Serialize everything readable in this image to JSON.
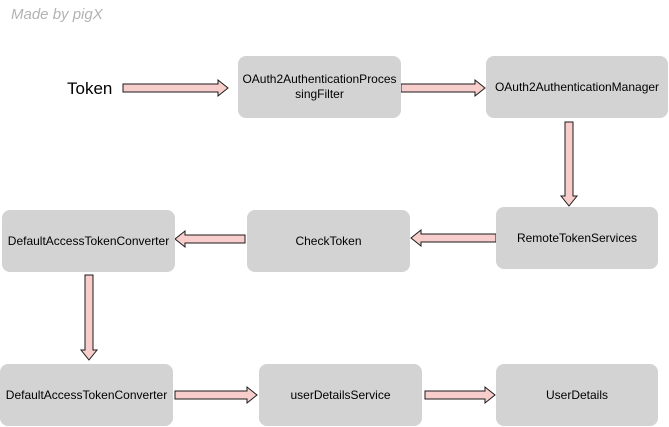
{
  "watermark": "Made by pigX",
  "start_label": "Token",
  "nodes": {
    "processing_filter": "OAuth2AuthenticationProcessingFilter",
    "authentication_manager": "OAuth2AuthenticationManager",
    "remote_token_services": "RemoteTokenServices",
    "check_token": "CheckToken",
    "converter_top": "DefaultAccessTokenConverter",
    "converter_bottom": "DefaultAccessTokenConverter",
    "user_details_service": "userDetailsService",
    "user_details": "UserDetails"
  },
  "colors": {
    "node_fill": "#d3d3d3",
    "arrow_fill": "#f8cecc",
    "arrow_stroke": "#1a1a1a",
    "watermark": "#b3b3b3"
  }
}
